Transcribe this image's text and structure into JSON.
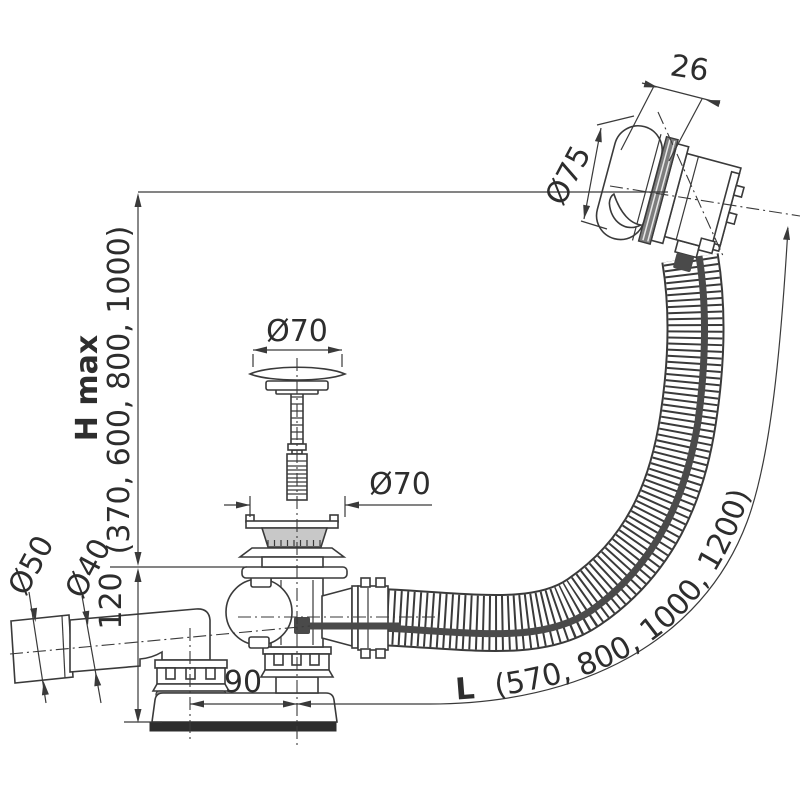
{
  "drawing": {
    "type": "technical-drawing",
    "subject": "bath waste and overflow set with corrugated hose",
    "colors": {
      "background": "#ffffff",
      "line": "#3a3a3a",
      "text": "#2d2d2d",
      "strainer_fill": "#c8c8c8",
      "cable": "#4a4a4a",
      "seal_fill": "#949494",
      "knob_ring_fill": "#7d7d7d",
      "base_plate_fill": "#2d2d2d"
    }
  },
  "labels": {
    "knob_depth": "26",
    "knob_diameter": "Ø75",
    "plug_diameter": "Ø70",
    "waste_diameter": "Ø70",
    "outlet_outer_diameter": "Ø50",
    "outlet_inner_diameter": "Ø40",
    "height_name": "H max",
    "height_values": "(370, 600, 800, 1000)",
    "drop_height": "120",
    "offset_width": "90",
    "hose_length_name": "L",
    "hose_length_values": "(570, 800, 1000, 1200)"
  }
}
